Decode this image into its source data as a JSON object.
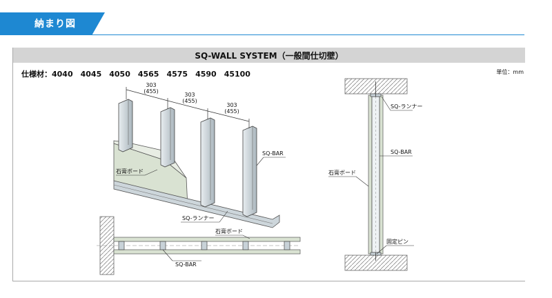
{
  "section_tab": {
    "label": "納まり図"
  },
  "system": {
    "title": "SQ-WALL SYSTEM（一般間仕切壁）",
    "spec_label": "仕様材：4040　4045　4050　4565　4575　4590　45100",
    "unit_label": "単位：mm"
  },
  "perspective": {
    "spacings": [
      {
        "value": "303",
        "alt": "(455)"
      },
      {
        "value": "303",
        "alt": "(455)"
      },
      {
        "value": "303",
        "alt": "(455)"
      }
    ],
    "labels": {
      "bar": "SQ-BAR",
      "board": "石膏ボード",
      "runner": "SQ-ランナー"
    }
  },
  "plan": {
    "labels": {
      "board": "石膏ボード",
      "bar": "SQ-BAR"
    }
  },
  "section": {
    "labels": {
      "runner": "SQ-ランナー",
      "bar": "SQ-BAR",
      "board": "石膏ボード",
      "pin": "固定ピン"
    }
  },
  "colors": {
    "accent": "#1e88d2",
    "board": "#d9e2d2",
    "bar": "#c8d2d8",
    "header": "#d4d4d4"
  }
}
